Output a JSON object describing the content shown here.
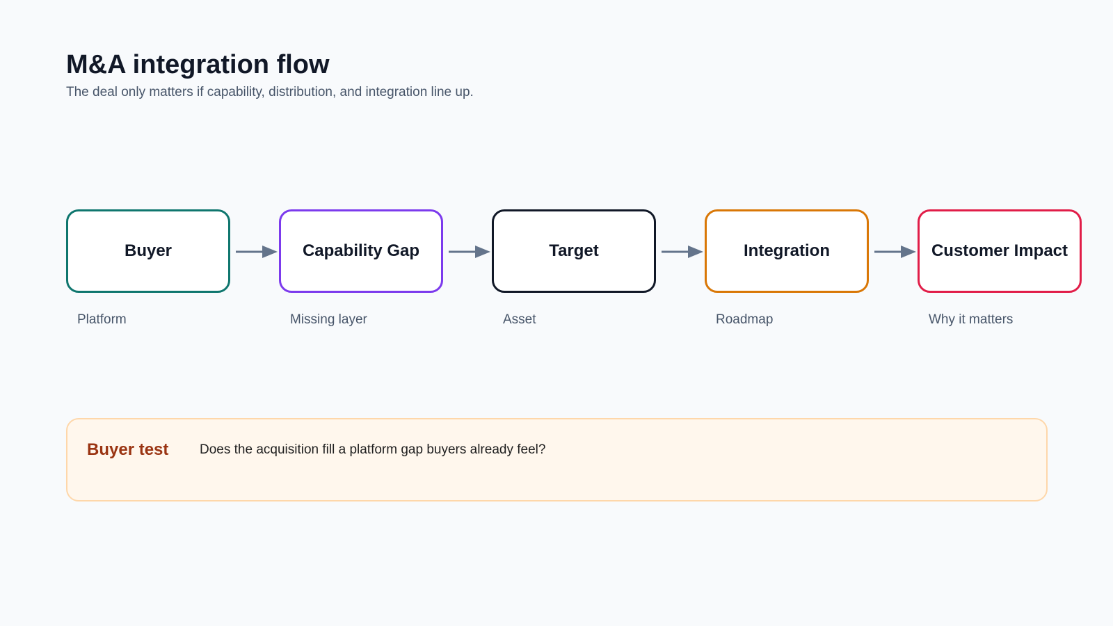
{
  "header": {
    "title": "M&A integration flow",
    "subtitle": "The deal only matters if capability, distribution, and integration line up."
  },
  "flow": {
    "arrow_color": "#64748b",
    "nodes": [
      {
        "label": "Buyer",
        "caption": "Platform",
        "color": "#0f766e"
      },
      {
        "label": "Capability Gap",
        "caption": "Missing layer",
        "color": "#7c3aed"
      },
      {
        "label": "Target",
        "caption": "Asset",
        "color": "#111827"
      },
      {
        "label": "Integration",
        "caption": "Roadmap",
        "color": "#d97706"
      },
      {
        "label": "Customer Impact",
        "caption": "Why it matters",
        "color": "#e11d48"
      }
    ]
  },
  "callout": {
    "title": "Buyer test",
    "text": "Does the acquisition fill a platform gap buyers already feel?",
    "background": "#fff7ed",
    "border": "#fed7aa",
    "title_color": "#9a3412"
  }
}
